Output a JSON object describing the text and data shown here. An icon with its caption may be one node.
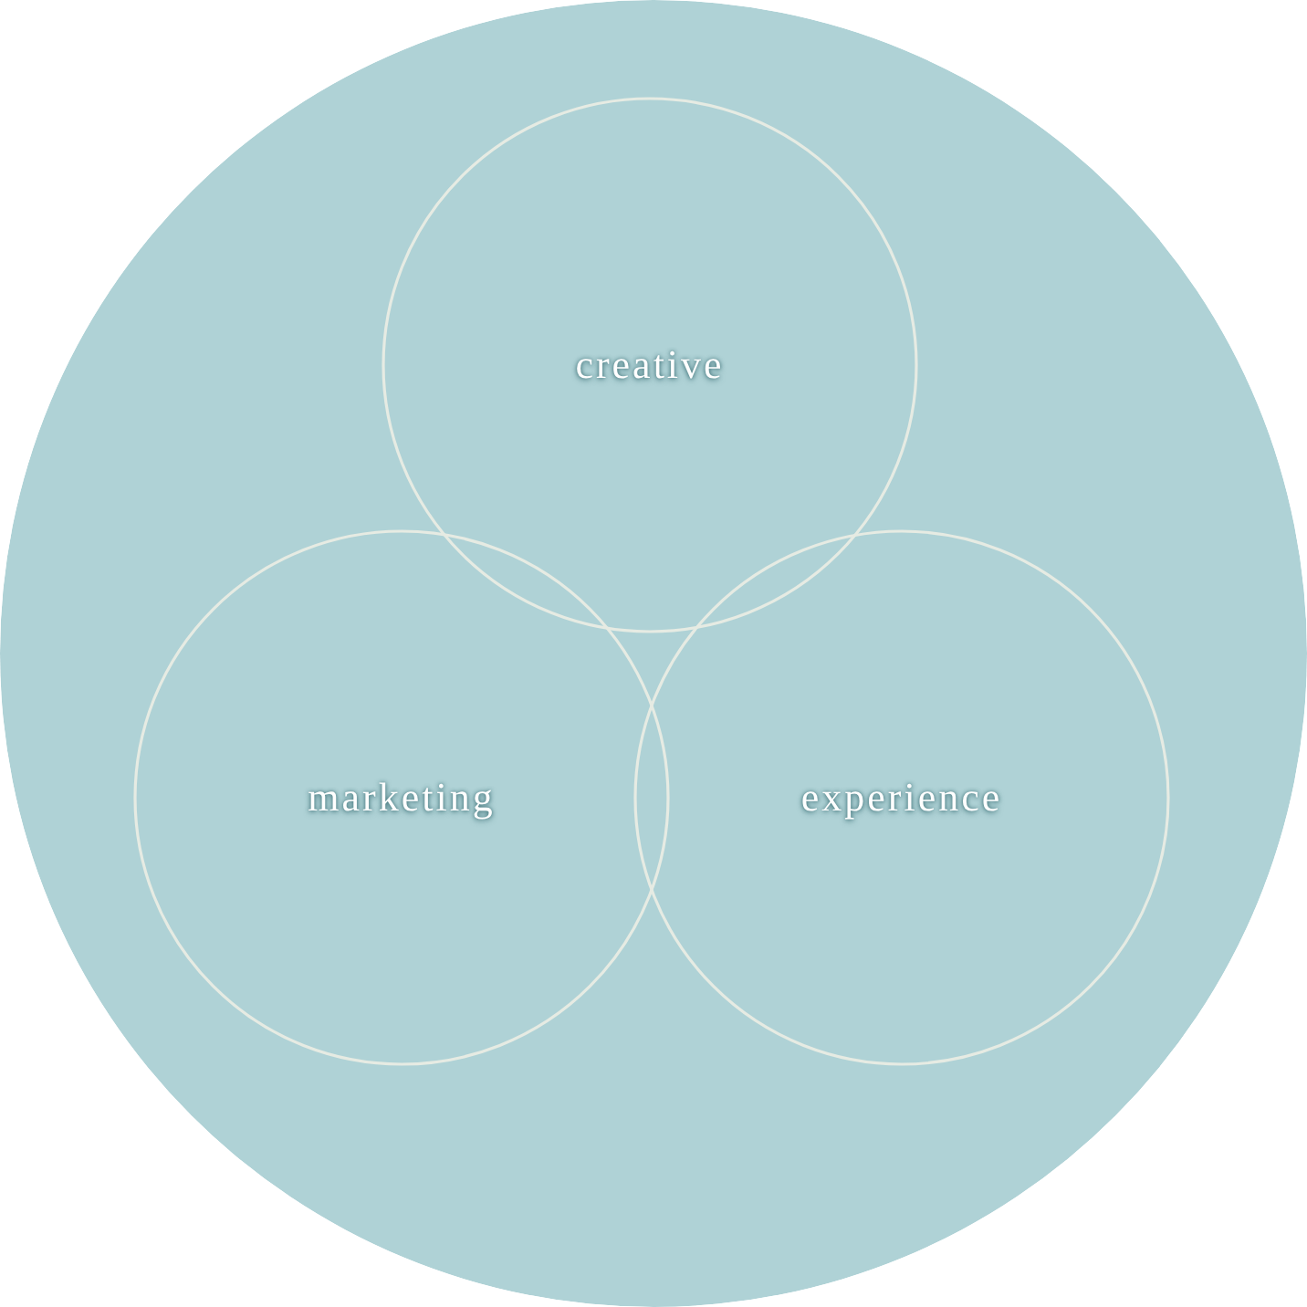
{
  "diagram": {
    "nodes": [
      {
        "text": [],
        "shape": "circle"
      },
      {
        "text": [
          "creative"
        ],
        "in": 0
      },
      {
        "text": [
          "marketing"
        ],
        "in": 0
      },
      {
        "text": [
          "experience"
        ],
        "in": 0
      }
    ]
  }
}
